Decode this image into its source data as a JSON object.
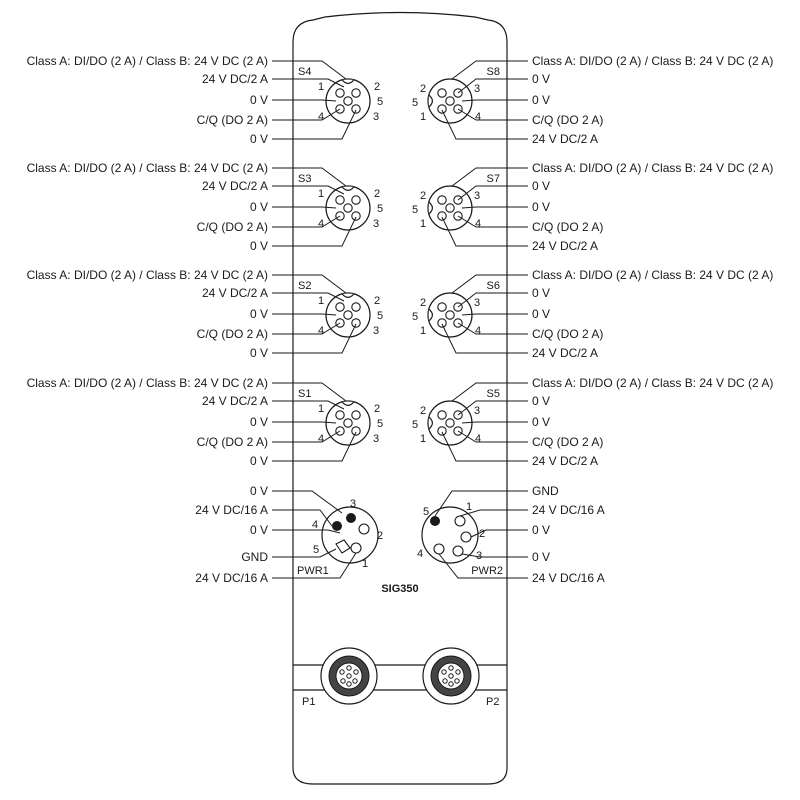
{
  "model_label": "SIG350",
  "io_ports": [
    {
      "id": "S4",
      "side": "left",
      "labels": [
        "Class A: DI/DO (2 A) / Class B: 24 V DC (2 A)",
        "24 V DC/2 A",
        "0 V",
        "C/Q (DO 2 A)",
        "0 V"
      ],
      "pins": [
        "1",
        "2",
        "5",
        "4",
        "3"
      ]
    },
    {
      "id": "S3",
      "side": "left",
      "labels": [
        "Class A: DI/DO (2 A) / Class B: 24 V DC (2 A)",
        "24 V DC/2 A",
        "0 V",
        "C/Q (DO 2 A)",
        "0 V"
      ],
      "pins": [
        "1",
        "2",
        "5",
        "4",
        "3"
      ]
    },
    {
      "id": "S2",
      "side": "left",
      "labels": [
        "Class A: DI/DO (2 A) / Class B: 24 V DC (2 A)",
        "24 V DC/2 A",
        "0 V",
        "C/Q (DO 2 A)",
        "0 V"
      ],
      "pins": [
        "1",
        "2",
        "5",
        "4",
        "3"
      ]
    },
    {
      "id": "S1",
      "side": "left",
      "labels": [
        "Class A: DI/DO (2 A) / Class B: 24 V DC (2 A)",
        "24 V DC/2 A",
        "0 V",
        "C/Q (DO 2 A)",
        "0 V"
      ],
      "pins": [
        "1",
        "2",
        "5",
        "4",
        "3"
      ]
    },
    {
      "id": "S8",
      "side": "right",
      "labels": [
        "Class A: DI/DO (2 A) / Class B: 24 V DC (2 A)",
        "0 V",
        "0 V",
        "C/Q (DO 2 A)",
        "24 V DC/2 A"
      ],
      "pins": [
        "2",
        "3",
        "5",
        "4",
        "1"
      ]
    },
    {
      "id": "S7",
      "side": "right",
      "labels": [
        "Class A: DI/DO (2 A) / Class B: 24 V DC (2 A)",
        "0 V",
        "0 V",
        "C/Q (DO 2 A)",
        "24 V DC/2 A"
      ],
      "pins": [
        "2",
        "3",
        "5",
        "4",
        "1"
      ]
    },
    {
      "id": "S6",
      "side": "right",
      "labels": [
        "Class A: DI/DO (2 A) / Class B: 24 V DC (2 A)",
        "0 V",
        "0 V",
        "C/Q (DO 2 A)",
        "24 V DC/2 A"
      ],
      "pins": [
        "2",
        "3",
        "5",
        "4",
        "1"
      ]
    },
    {
      "id": "S5",
      "side": "right",
      "labels": [
        "Class A: DI/DO (2 A) / Class B: 24 V DC (2 A)",
        "0 V",
        "0 V",
        "C/Q (DO 2 A)",
        "24 V DC/2 A"
      ],
      "pins": [
        "2",
        "3",
        "5",
        "4",
        "1"
      ]
    }
  ],
  "power_ports": [
    {
      "id": "PWR1",
      "side": "left",
      "labels": [
        "0 V",
        "24 V DC/16 A",
        "0 V",
        "GND",
        "24 V DC/16 A"
      ],
      "pins": [
        "3",
        "4",
        "2",
        "5",
        "1"
      ]
    },
    {
      "id": "PWR2",
      "side": "right",
      "labels": [
        "GND",
        "24 V DC/16 A",
        "0 V",
        "0 V",
        "24 V DC/16 A"
      ],
      "pins": [
        "5",
        "1",
        "2",
        "3",
        "4"
      ]
    }
  ],
  "network_ports": [
    {
      "id": "P1"
    },
    {
      "id": "P2"
    }
  ]
}
